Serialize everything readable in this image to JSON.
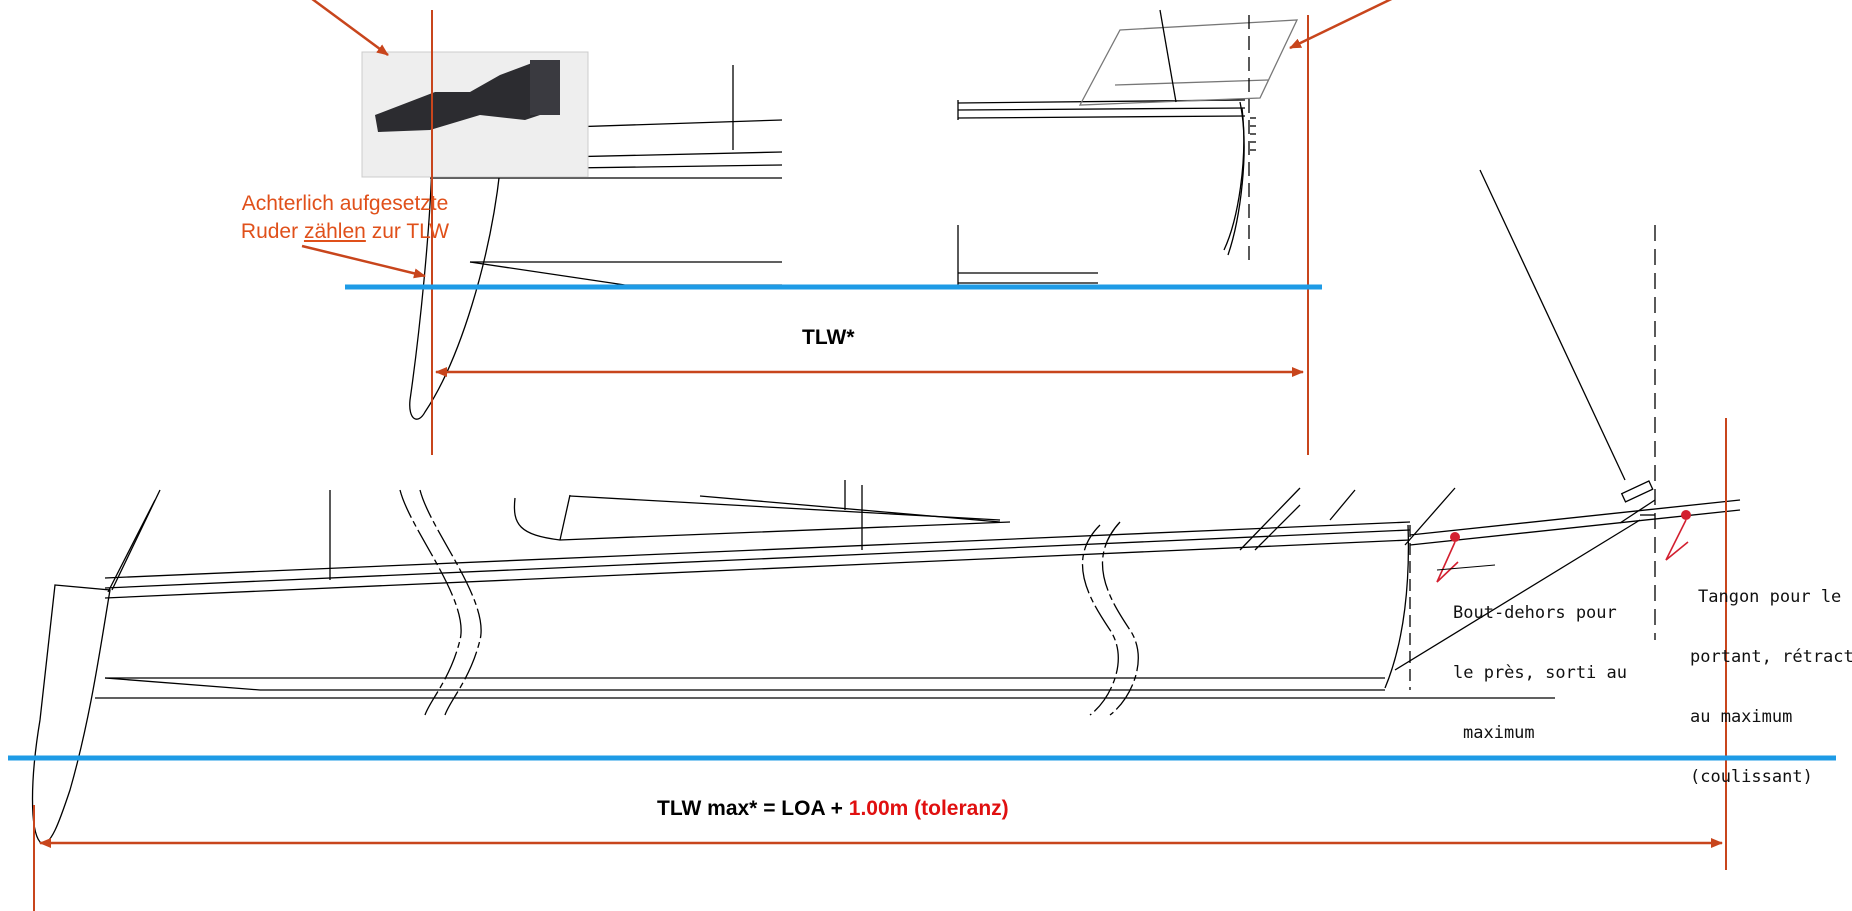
{
  "rudder_note": {
    "line1": "Achterlich aufgesetzte",
    "line2_word": "Ruder",
    "line2_underlined": "zählen",
    "line2_rest": "zur TLW"
  },
  "tlw_label": "TLW*",
  "tlw_max": {
    "prefix": "TLW max* = LOA +",
    "tolerance": "1.00m (toleranz)"
  },
  "bowsprit_note": {
    "line1": "Bout-dehors pour",
    "line2": "le près, sorti au",
    "line3": "maximum"
  },
  "tangon_note": {
    "line1": "Tangon pour le",
    "line2": "portant, rétracté",
    "line3": "au maximum",
    "line4": "(coulissant)"
  },
  "colors": {
    "waterline": "#1e9be6",
    "dimension": "#c8451c",
    "note": "#e0501a",
    "tolerance": "#e01010",
    "drawing": "#000000"
  },
  "icons": [
    "outboard-motor-photo"
  ]
}
